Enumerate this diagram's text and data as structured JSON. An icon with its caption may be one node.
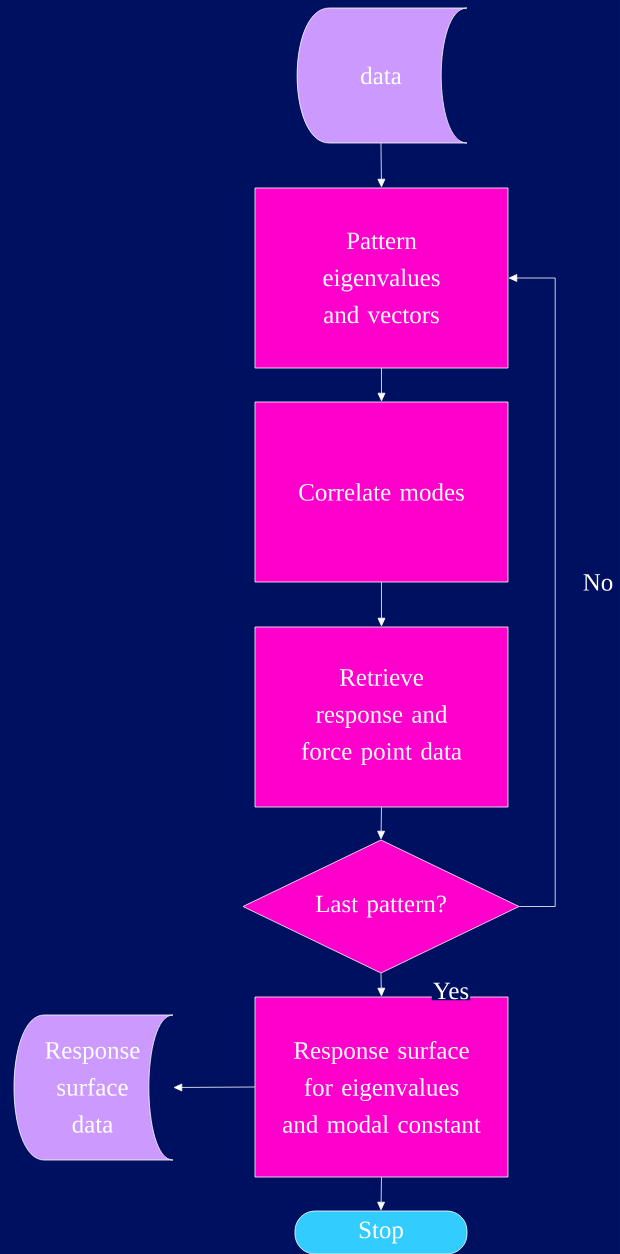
{
  "diagram": {
    "nodes": [
      {
        "text": [
          "data"
        ]
      },
      {
        "text": [
          "Pattern eigenvalues and vectors"
        ]
      },
      {
        "text": [
          "Correlate modes"
        ]
      },
      {
        "text": [
          "Retrieve response and force point data"
        ]
      },
      {
        "text": [
          "Last pattern?"
        ]
      },
      {
        "text": [
          "Response surface for eigenvalues and modal constant"
        ]
      },
      {
        "text": [
          "Response surface data"
        ]
      },
      {
        "text": [
          "Stop"
        ]
      }
    ],
    "edges": [
      {
        "from": 0,
        "to": 1,
        "arrow": "to"
      },
      {
        "from": 1,
        "to": 2,
        "arrow": "to"
      },
      {
        "from": 2,
        "to": 3,
        "arrow": "to"
      },
      {
        "from": 3,
        "to": 4,
        "arrow": "to"
      },
      {
        "from": 4,
        "to": 1,
        "arrow": "to",
        "label": "No"
      },
      {
        "from": 4,
        "to": 5,
        "arrow": "to",
        "label": "Yes"
      },
      {
        "from": 5,
        "to": 6,
        "arrow": "to"
      },
      {
        "from": 5,
        "to": 7,
        "arrow": "to"
      }
    ]
  }
}
